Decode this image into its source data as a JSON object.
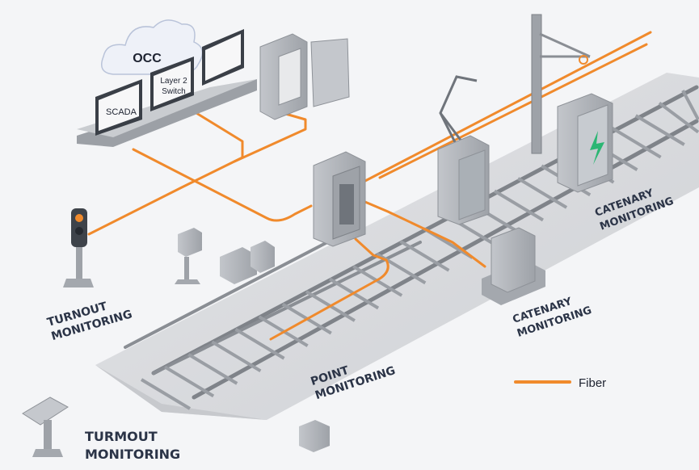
{
  "diagram": {
    "occ_label": "OCC",
    "screen_scada": "SCADA",
    "screen_switch_line1": "Layer 2",
    "screen_switch_line2": "Switch",
    "label_turnout_1_line1": "TURNOUT",
    "label_turnout_1_line2": "MONITORING",
    "label_turnout_2_line1": "TURMOUT",
    "label_turnout_2_line2": "MONITORING",
    "label_point_line1": "POINT",
    "label_point_line2": "MONITORING",
    "label_catenary_1_line1": "CATENARY",
    "label_catenary_1_line2": "MONITORING",
    "label_catenary_2_line1": "CATENARY",
    "label_catenary_2_line2": "MONITORING",
    "legend_label": "Fiber"
  },
  "colors": {
    "fiber": "#f08a2c",
    "background": "#f4f5f7",
    "cabinet": "#aeb2b8",
    "rail": "#8a8e94",
    "ballast": "#d8d9dc",
    "lightning": "#2bb673",
    "text": "#2b3447"
  },
  "icons": [
    "cloud-icon",
    "monitor-icon",
    "cabinet-icon",
    "signal-light-icon",
    "lightning-icon",
    "pantograph-icon",
    "catenary-mast-icon",
    "sensor-box-icon"
  ]
}
